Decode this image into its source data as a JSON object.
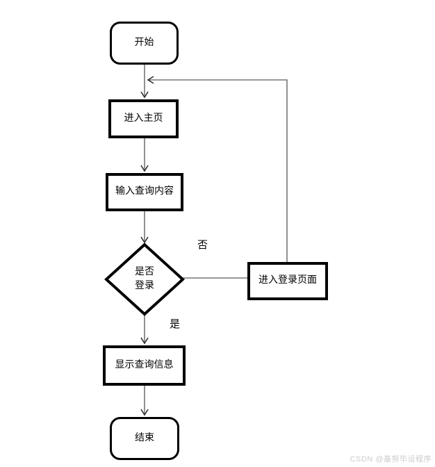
{
  "diagram": {
    "type": "flowchart",
    "nodes": {
      "start": {
        "label": "开始",
        "type": "terminator"
      },
      "home": {
        "label": "进入主页",
        "type": "process"
      },
      "input": {
        "label": "输入查询内容",
        "type": "process"
      },
      "decision": {
        "label": "是否登录",
        "type": "decision"
      },
      "login": {
        "label": "进入登录页面",
        "type": "process"
      },
      "display": {
        "label": "显示查询信息",
        "type": "process"
      },
      "end": {
        "label": "结束",
        "type": "terminator"
      }
    },
    "edges": [
      {
        "from": "start",
        "to": "home",
        "label": ""
      },
      {
        "from": "home",
        "to": "input",
        "label": ""
      },
      {
        "from": "input",
        "to": "decision",
        "label": ""
      },
      {
        "from": "decision",
        "to": "login",
        "label": "否"
      },
      {
        "from": "login",
        "to": "home",
        "label": ""
      },
      {
        "from": "decision",
        "to": "display",
        "label": "是"
      },
      {
        "from": "display",
        "to": "end",
        "label": ""
      }
    ],
    "edge_labels": {
      "no": "否",
      "yes": "是"
    },
    "colors": {
      "background": "#ffffff",
      "node_border": "#000000",
      "node_fill": "#ffffff",
      "connector": "#767676",
      "arrowhead": "#2e2e2e",
      "text": "#000000",
      "watermark": "#cccccc"
    }
  },
  "watermark": {
    "text": "CSDN @基努毕设程序"
  }
}
